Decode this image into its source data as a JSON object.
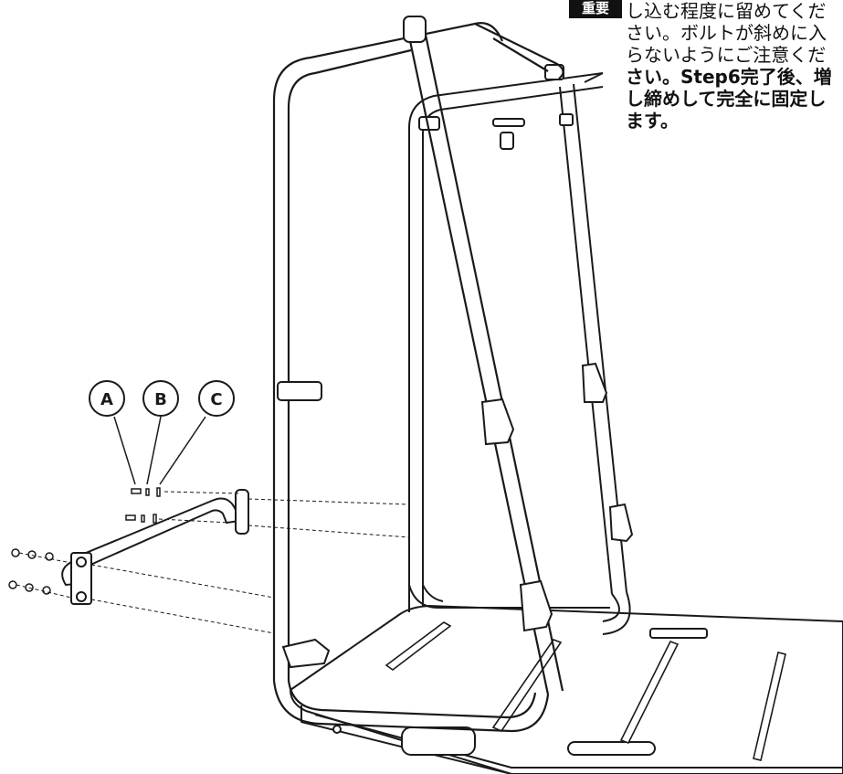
{
  "note": {
    "badge": "重要",
    "lines": [
      {
        "text": "し込む程度に留めてくだ",
        "bold": false
      },
      {
        "text": "さい。ボルトが斜めに入",
        "bold": false
      },
      {
        "text": "らないようにご注意くだ",
        "bold": false
      },
      {
        "text": "さい。Step6完了後、増",
        "bold": true
      },
      {
        "text": "し締めして完全に固定し",
        "bold": true
      },
      {
        "text": "ます。",
        "bold": true
      }
    ]
  },
  "callouts": {
    "a": "A",
    "b": "B",
    "c": "C"
  },
  "colors": {
    "line": "#1a1a1a",
    "background": "#ffffff"
  }
}
